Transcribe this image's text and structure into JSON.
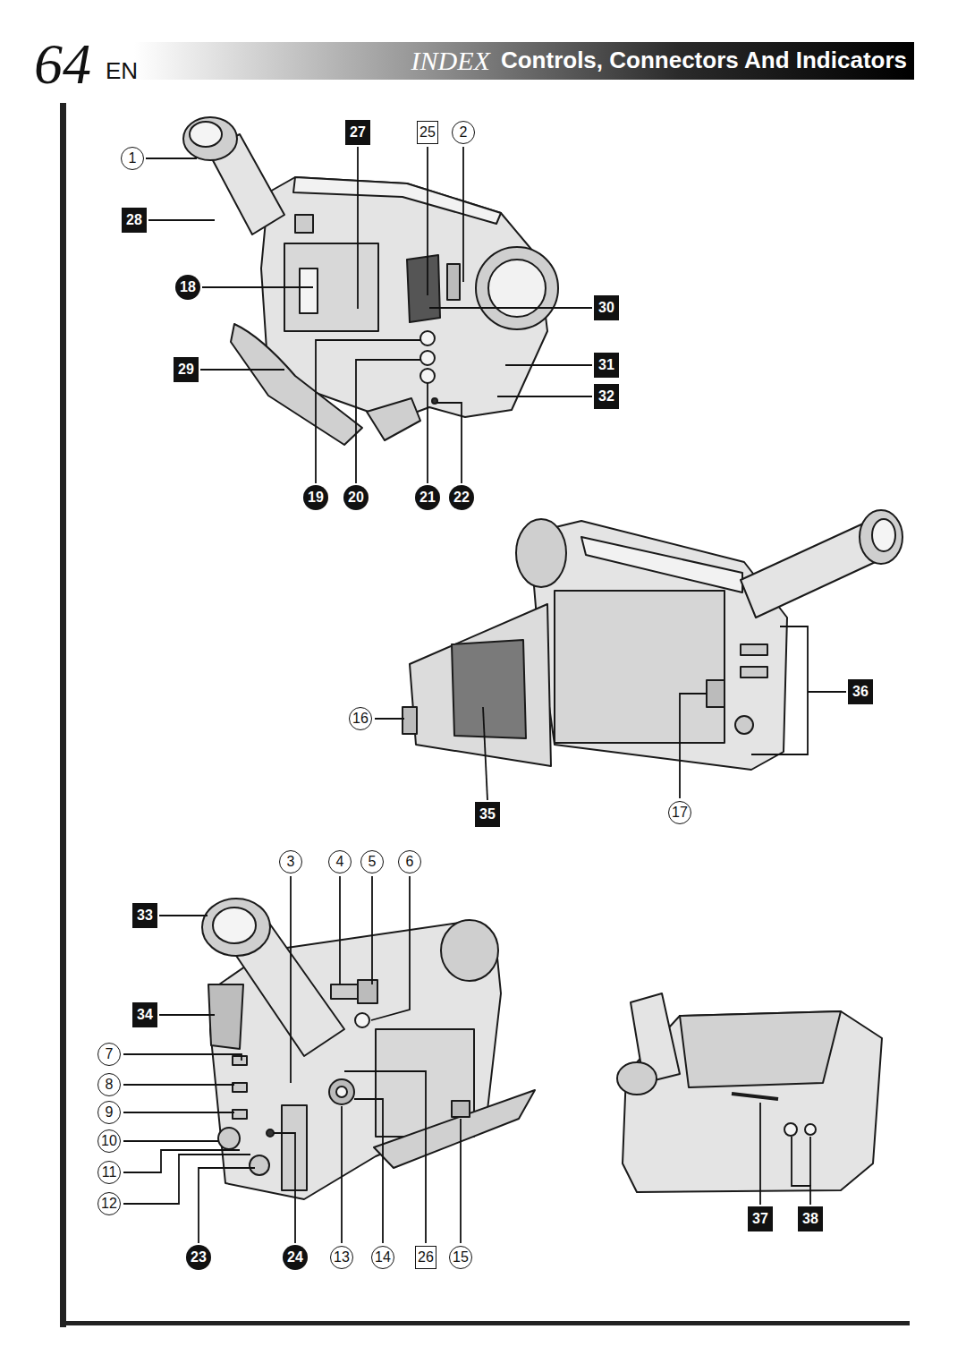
{
  "diagram": {
    "title": "Controls, Connectors And Indicators",
    "labels": [
      "64",
      "EN",
      "INDEX",
      "1",
      "27",
      "25",
      "2",
      "28",
      "18",
      "30",
      "29",
      "31",
      "32",
      "19",
      "20",
      "21",
      "22",
      "36",
      "16",
      "35",
      "17",
      "3",
      "4",
      "5",
      "6",
      "33",
      "34",
      "7",
      "8",
      "9",
      "10",
      "11",
      "12",
      "23",
      "24",
      "13",
      "14",
      "26",
      "15",
      "37",
      "38"
    ]
  }
}
